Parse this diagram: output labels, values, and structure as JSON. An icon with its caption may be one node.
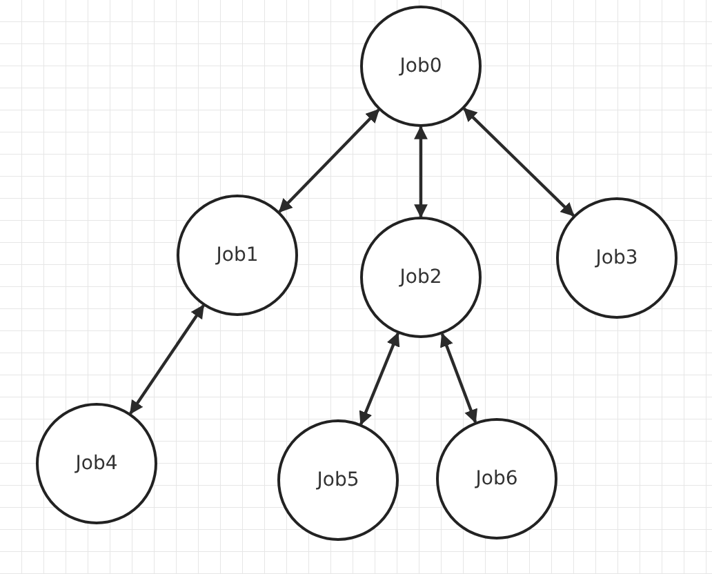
{
  "diagram": {
    "nodes": [
      {
        "text": [
          "Job0"
        ]
      },
      {
        "text": [
          "Job1"
        ]
      },
      {
        "text": [
          "Job2"
        ]
      },
      {
        "text": [
          "Job3"
        ]
      },
      {
        "text": [
          "Job4"
        ]
      },
      {
        "text": [
          "Job5"
        ]
      },
      {
        "text": [
          "Job6"
        ]
      }
    ],
    "edges": [
      {
        "from": 0,
        "to": 1,
        "arrow": "both"
      },
      {
        "from": 0,
        "to": 2,
        "arrow": "both"
      },
      {
        "from": 0,
        "to": 3,
        "arrow": "both"
      },
      {
        "from": 1,
        "to": 4,
        "arrow": "both"
      },
      {
        "from": 2,
        "to": 5,
        "arrow": "both"
      },
      {
        "from": 2,
        "to": 6,
        "arrow": "both"
      }
    ]
  }
}
